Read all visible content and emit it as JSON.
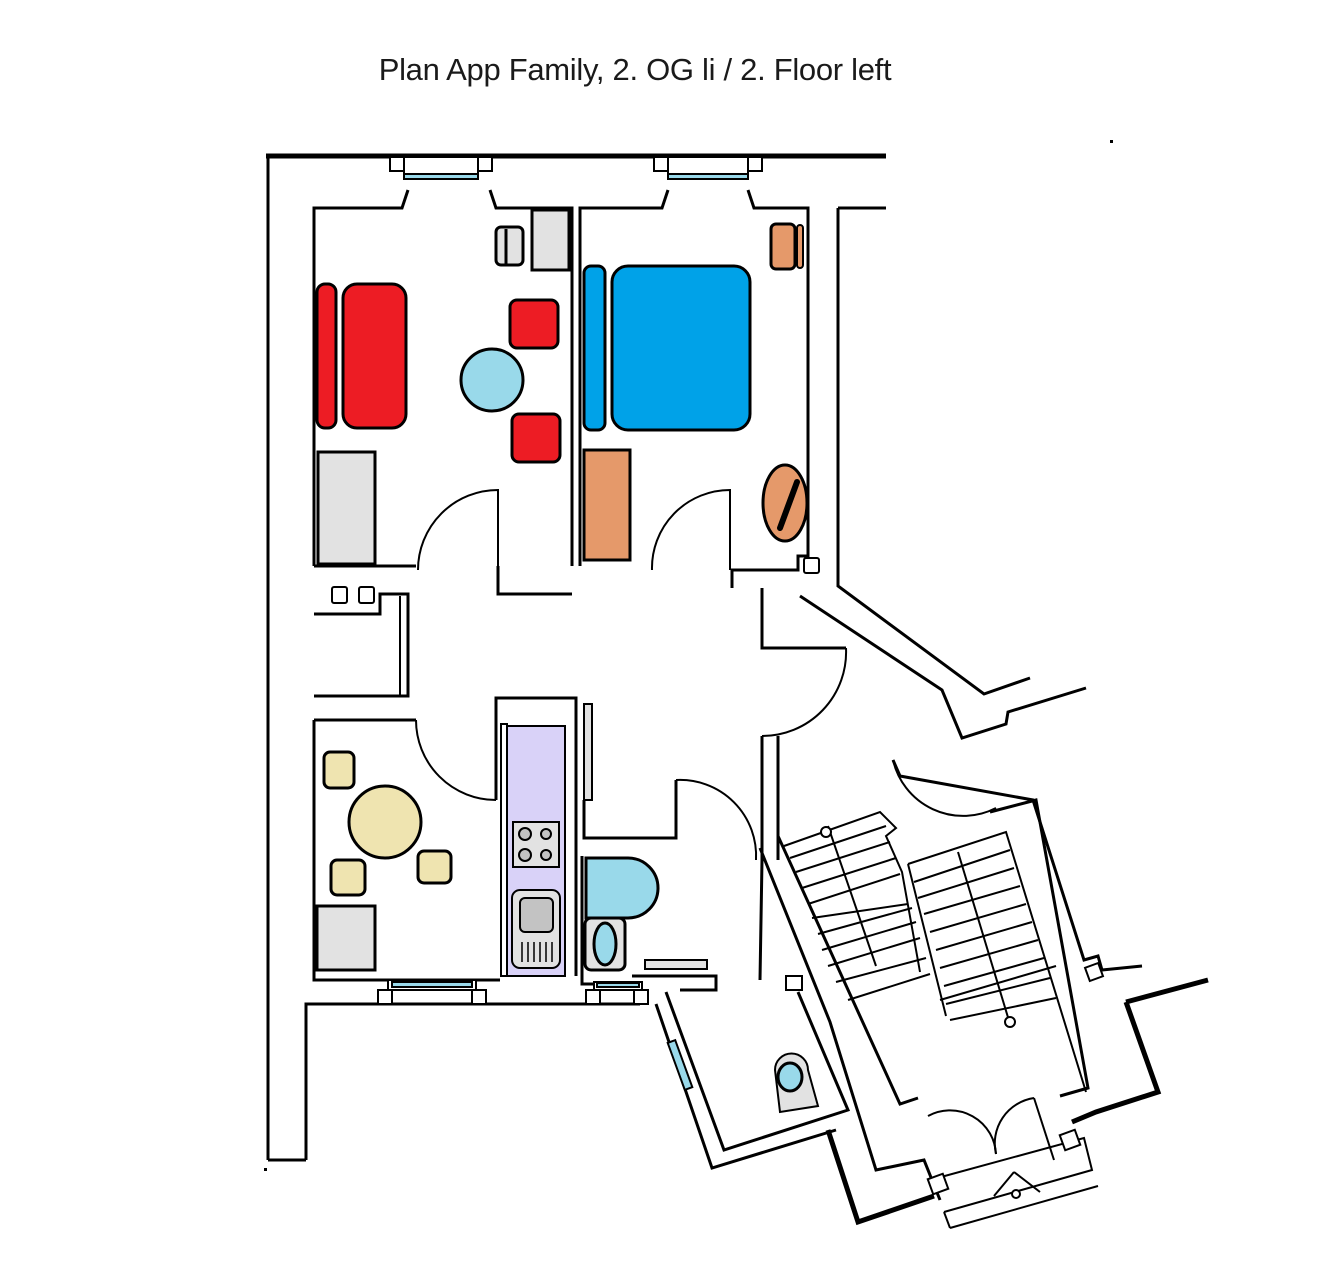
{
  "title": "Plan App Family, 2. OG li / 2. Floor left",
  "colors": {
    "living_sofa": "#ED1C24",
    "living_table": "#99D9EA",
    "bedroom_bed": "#00A2E8",
    "bedroom_furniture": "#E5996A",
    "kitchen_counter": "#D9D2F8",
    "dining": "#EFE4B0",
    "cabinet_grey": "#E2E2E2",
    "window_glass": "#99D9EA",
    "wall": "#000000"
  },
  "rooms": [
    {
      "id": "living-room",
      "furniture": [
        "sofa-backrest",
        "sofa",
        "armchair-top",
        "armchair-bottom",
        "round-coffee-table",
        "wardrobe",
        "side-cabinet",
        "small-chair"
      ]
    },
    {
      "id": "bedroom",
      "furniture": [
        "bed-headboard",
        "double-bed",
        "dresser",
        "nightstand",
        "round-table-with-lamp"
      ]
    },
    {
      "id": "kitchen-dining",
      "furniture": [
        "round-dining-table",
        "chair-1",
        "chair-2",
        "chair-3",
        "cabinet",
        "kitchen-counter",
        "stove-4-burners",
        "sink"
      ]
    },
    {
      "id": "bathroom",
      "furniture": [
        "shower",
        "washbasin",
        "shelf"
      ]
    },
    {
      "id": "toilet",
      "furniture": [
        "toilet-bowl"
      ]
    },
    {
      "id": "hallway",
      "furniture": [
        "coat-rack"
      ]
    },
    {
      "id": "stairwell",
      "furniture": [
        "staircase",
        "entrance-doors"
      ]
    }
  ]
}
